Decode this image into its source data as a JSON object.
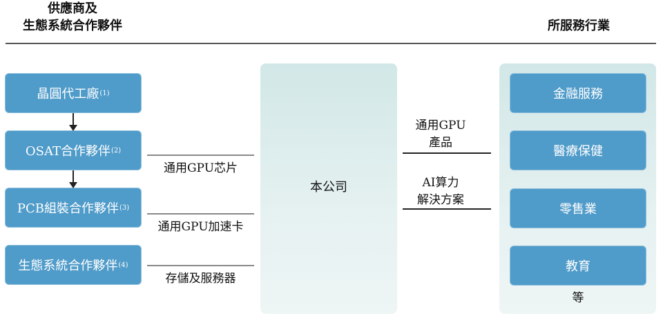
{
  "header": {
    "left_line1": "供應商及",
    "left_line2": "生態系統合作夥伴",
    "right": "所服務行業"
  },
  "suppliers": [
    {
      "label": "晶圓代工廠",
      "note": "(1)"
    },
    {
      "label": "OSAT合作夥伴",
      "note": "(2)"
    },
    {
      "label": "PCB組裝合作夥伴",
      "note": "(3)"
    },
    {
      "label": "生態系統合作夥伴",
      "note": "(4)"
    }
  ],
  "inputs": [
    "通用GPU芯片",
    "通用GPU加速卡",
    "存儲及服務器"
  ],
  "company": "本公司",
  "outputs": [
    {
      "line1": "通用GPU",
      "line2": "產品"
    },
    {
      "line1": "AI算力",
      "line2": "解決方案"
    }
  ],
  "industries": [
    "金融服務",
    "醫療保健",
    "零售業",
    "教育"
  ],
  "industries_more": "等",
  "colors": {
    "box": "#4f9bc9",
    "panel": "#d2e7e7"
  }
}
